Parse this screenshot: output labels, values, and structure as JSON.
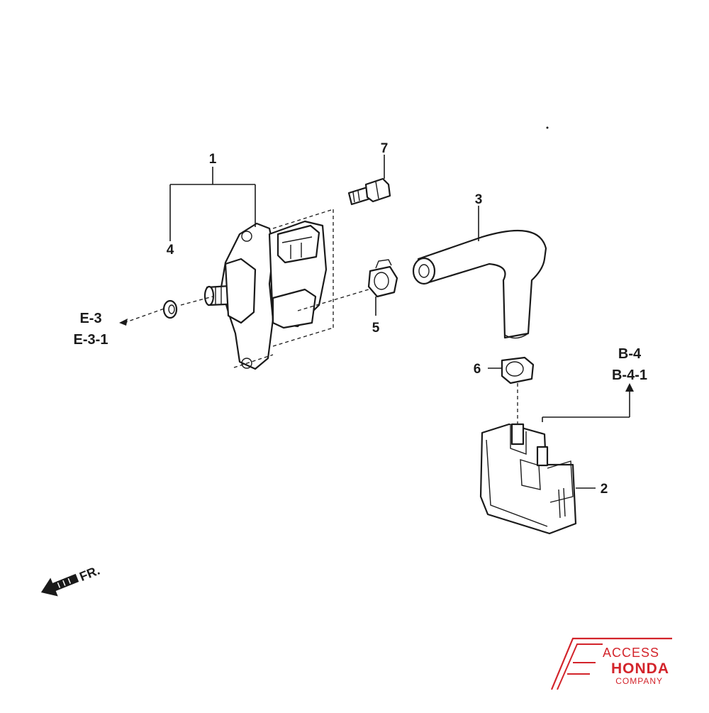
{
  "callouts": {
    "c1": "1",
    "c2": "2",
    "c3": "3",
    "c4": "4",
    "c5": "5",
    "c6": "6",
    "c7": "7"
  },
  "references": {
    "left_ref_1": "E-3",
    "left_ref_2": "E-3-1",
    "right_ref_1": "B-4",
    "right_ref_2": "B-4-1"
  },
  "direction": {
    "label": "FR."
  },
  "logo": {
    "line1": "ACCESS",
    "line2": "HONDA",
    "line3": "COMPANY",
    "color": "#d3242b"
  }
}
